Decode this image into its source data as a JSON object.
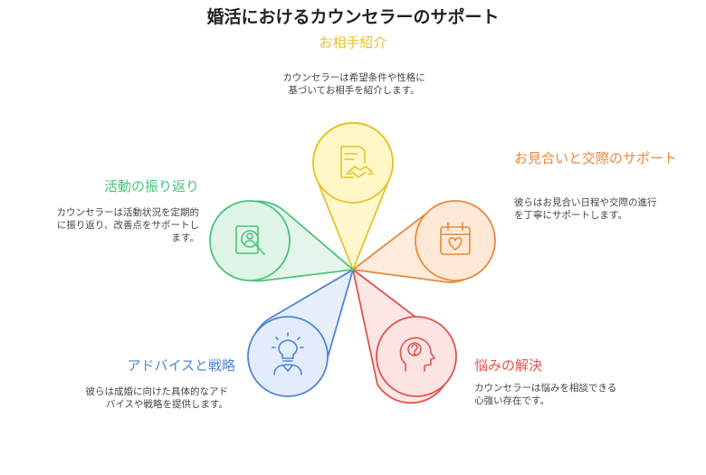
{
  "title": "婚活におけるカウンセラーのサポート",
  "petals": [
    {
      "id": "introduction",
      "label": "お相手紹介",
      "description": "カウンセラーは希望条件や性格に基づいてお相手を紹介します。",
      "color": "#E5C42A",
      "fill": "#FFF7C6",
      "icon": "document-handshake-icon"
    },
    {
      "id": "dating-support",
      "label": "お見合いと交際のサポート",
      "description": "彼らはお見合い日程や交際の進行を丁寧にサポートします。",
      "color": "#E8893A",
      "fill": "#FFE9D6",
      "icon": "calendar-heart-icon"
    },
    {
      "id": "problem-solving",
      "label": "悩みの解決",
      "description": "カウンセラーは悩みを相談できる心強い存在です。",
      "color": "#E0534F",
      "fill": "#FDE3E2",
      "icon": "head-question-icon"
    },
    {
      "id": "advice-strategy",
      "label": "アドバイスと戦略",
      "description": "彼らは成婚に向けた具体的なアドバイスや戦略を提供します。",
      "color": "#4F86D8",
      "fill": "#E3ECFA",
      "icon": "lightbulb-person-icon"
    },
    {
      "id": "activity-review",
      "label": "活動の振り返り",
      "description": "カウンセラーは活動状況を定期的に振り返り、改善点をサポートします。",
      "color": "#4CC27C",
      "fill": "#DFF5E7",
      "icon": "magnifier-person-icon"
    }
  ]
}
